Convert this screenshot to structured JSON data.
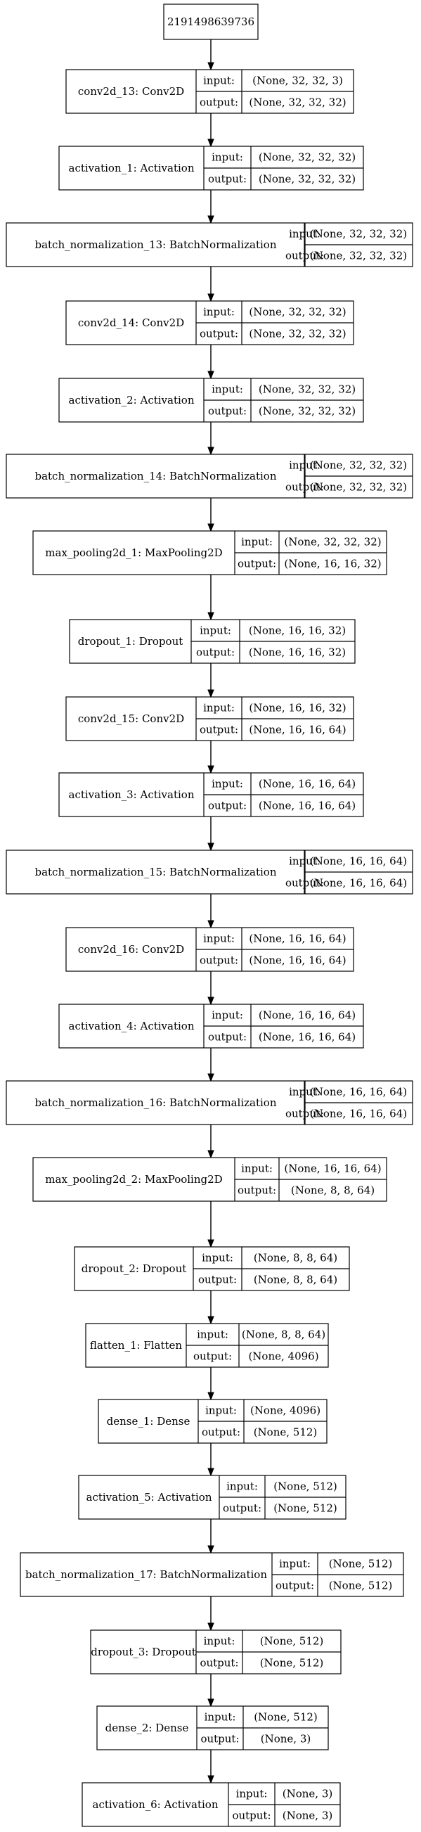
{
  "diagram": {
    "root_id": "2191498639736",
    "io_labels": {
      "input": "input:",
      "output": "output:"
    },
    "layers": [
      {
        "name": "conv2d_13: Conv2D",
        "input": "(None, 32, 32, 3)",
        "output": "(None, 32, 32, 32)"
      },
      {
        "name": "activation_1: Activation",
        "input": "(None, 32, 32, 32)",
        "output": "(None, 32, 32, 32)"
      },
      {
        "name": "batch_normalization_13: BatchNormalization",
        "input": "(None, 32, 32, 32)",
        "output": "(None, 32, 32, 32)"
      },
      {
        "name": "conv2d_14: Conv2D",
        "input": "(None, 32, 32, 32)",
        "output": "(None, 32, 32, 32)"
      },
      {
        "name": "activation_2: Activation",
        "input": "(None, 32, 32, 32)",
        "output": "(None, 32, 32, 32)"
      },
      {
        "name": "batch_normalization_14: BatchNormalization",
        "input": "(None, 32, 32, 32)",
        "output": "(None, 32, 32, 32)"
      },
      {
        "name": "max_pooling2d_1: MaxPooling2D",
        "input": "(None, 32, 32, 32)",
        "output": "(None, 16, 16, 32)"
      },
      {
        "name": "dropout_1: Dropout",
        "input": "(None, 16, 16, 32)",
        "output": "(None, 16, 16, 32)"
      },
      {
        "name": "conv2d_15: Conv2D",
        "input": "(None, 16, 16, 32)",
        "output": "(None, 16, 16, 64)"
      },
      {
        "name": "activation_3: Activation",
        "input": "(None, 16, 16, 64)",
        "output": "(None, 16, 16, 64)"
      },
      {
        "name": "batch_normalization_15: BatchNormalization",
        "input": "(None, 16, 16, 64)",
        "output": "(None, 16, 16, 64)"
      },
      {
        "name": "conv2d_16: Conv2D",
        "input": "(None, 16, 16, 64)",
        "output": "(None, 16, 16, 64)"
      },
      {
        "name": "activation_4: Activation",
        "input": "(None, 16, 16, 64)",
        "output": "(None, 16, 16, 64)"
      },
      {
        "name": "batch_normalization_16: BatchNormalization",
        "input": "(None, 16, 16, 64)",
        "output": "(None, 16, 16, 64)"
      },
      {
        "name": "max_pooling2d_2: MaxPooling2D",
        "input": "(None, 16, 16, 64)",
        "output": "(None, 8, 8, 64)"
      },
      {
        "name": "dropout_2: Dropout",
        "input": "(None, 8, 8, 64)",
        "output": "(None, 8, 8, 64)"
      },
      {
        "name": "flatten_1: Flatten",
        "input": "(None, 8, 8, 64)",
        "output": "(None, 4096)"
      },
      {
        "name": "dense_1: Dense",
        "input": "(None, 4096)",
        "output": "(None, 512)"
      },
      {
        "name": "activation_5: Activation",
        "input": "(None, 512)",
        "output": "(None, 512)"
      },
      {
        "name": "batch_normalization_17: BatchNormalization",
        "input": "(None, 512)",
        "output": "(None, 512)"
      },
      {
        "name": "dropout_3: Dropout",
        "input": "(None, 512)",
        "output": "(None, 512)"
      },
      {
        "name": "dense_2: Dense",
        "input": "(None, 512)",
        "output": "(None, 3)"
      },
      {
        "name": "activation_6: Activation",
        "input": "(None, 3)",
        "output": "(None, 3)"
      }
    ]
  }
}
